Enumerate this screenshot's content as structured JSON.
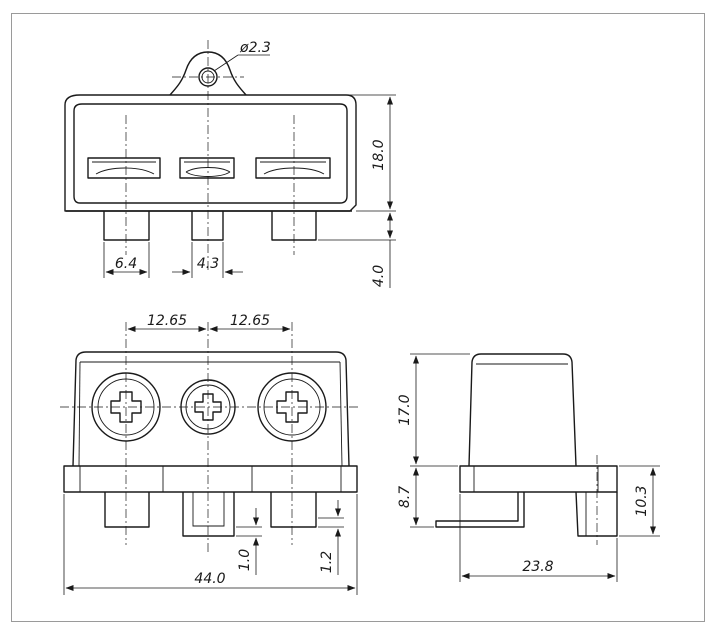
{
  "drawing": {
    "top_view": {
      "hole_diameter": "ø2.3",
      "height": "18.0",
      "pin_length": "4.0",
      "pin_width_outer": "6.4",
      "pin_width_middle": "4.3"
    },
    "front_view": {
      "pitch_left": "12.65",
      "pitch_right": "12.65",
      "total_width": "44.0",
      "offset_left": "1.0",
      "offset_right": "1.2"
    },
    "side_view": {
      "body_height": "17.0",
      "base_height": "8.7",
      "pin_height": "10.3",
      "depth": "23.8"
    }
  }
}
